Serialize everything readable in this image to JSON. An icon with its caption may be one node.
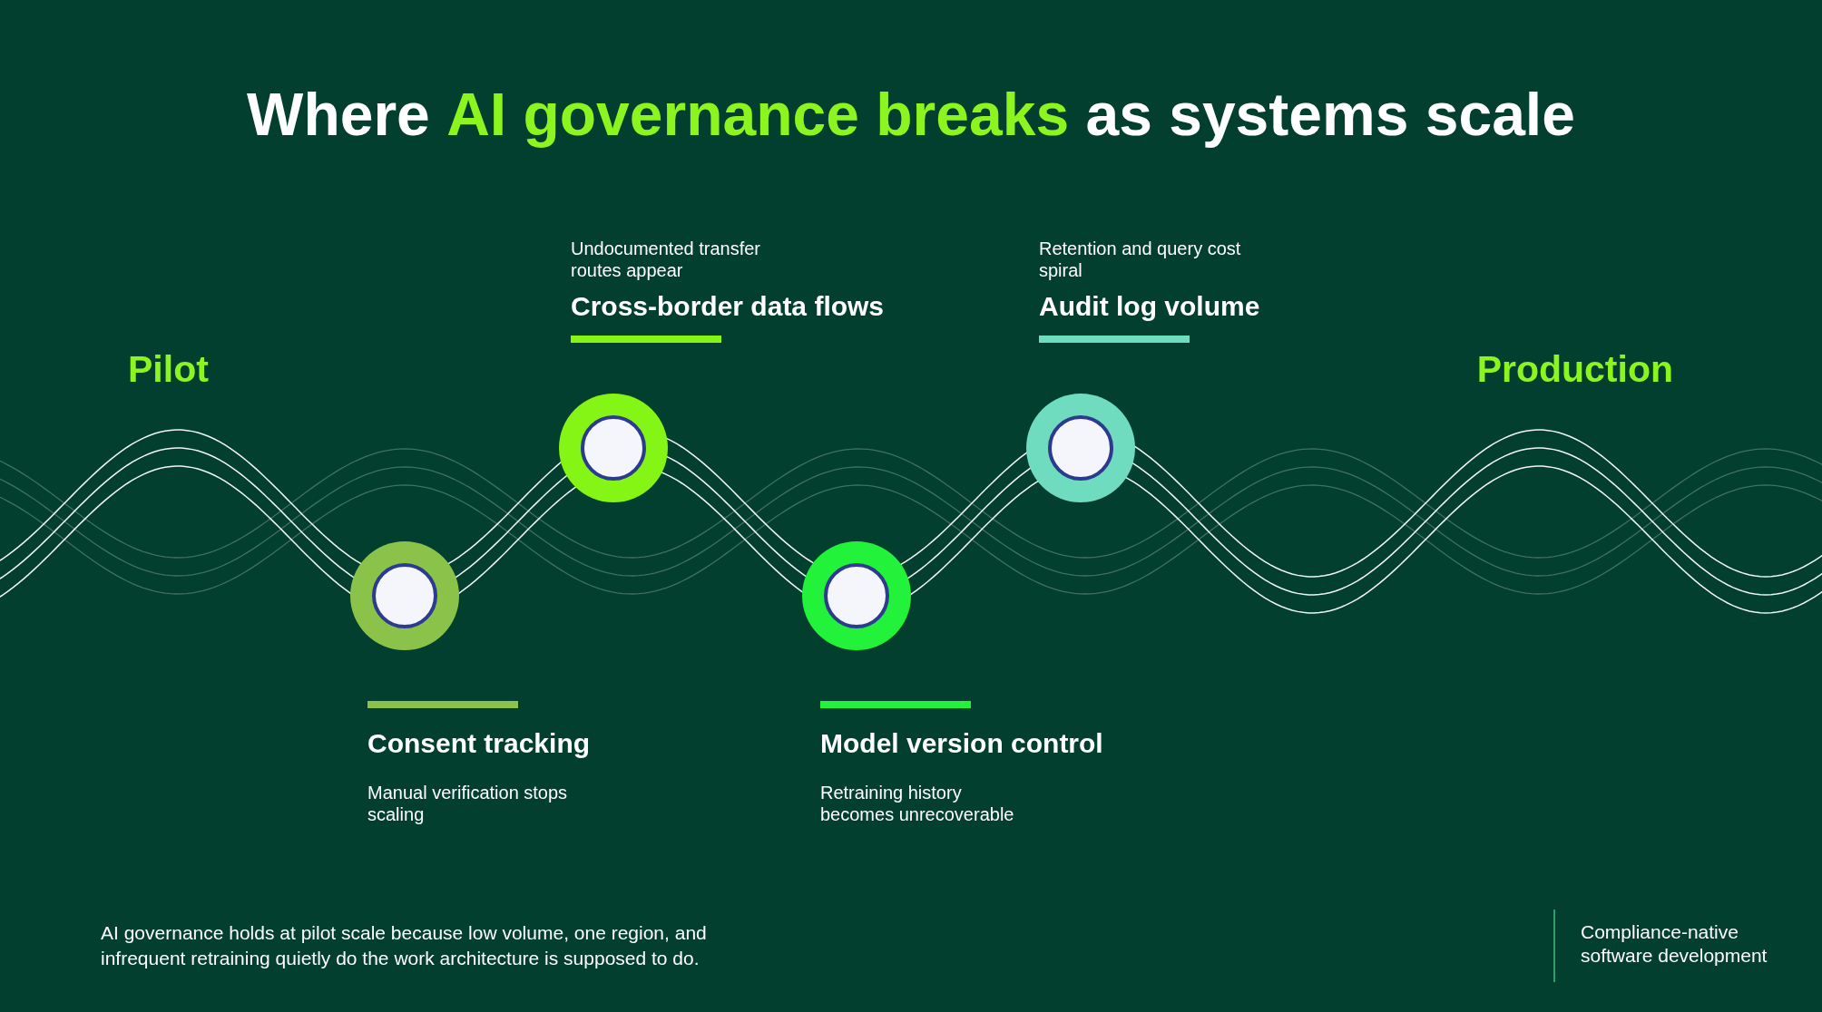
{
  "diagram": {
    "title": "Where **AI governance breaks** as systems scale",
    "nodes": [
      {
        "text": [
          "Consent tracking",
          "Manual verification stops scaling"
        ]
      },
      {
        "text": [
          "Undocumented transfer routes appear",
          "Cross-border data flows"
        ]
      },
      {
        "text": [
          "Model version control",
          "Retraining history becomes unrecoverable"
        ]
      },
      {
        "text": [
          "Retention and query cost spiral",
          "Audit log volume"
        ]
      }
    ],
    "labels": [
      "Pilot",
      "Production",
      "AI governance holds at pilot scale because low volume, one region, and infrequent retraining quietly do the work architecture is supposed to do.",
      "Compliance-native software development"
    ]
  }
}
